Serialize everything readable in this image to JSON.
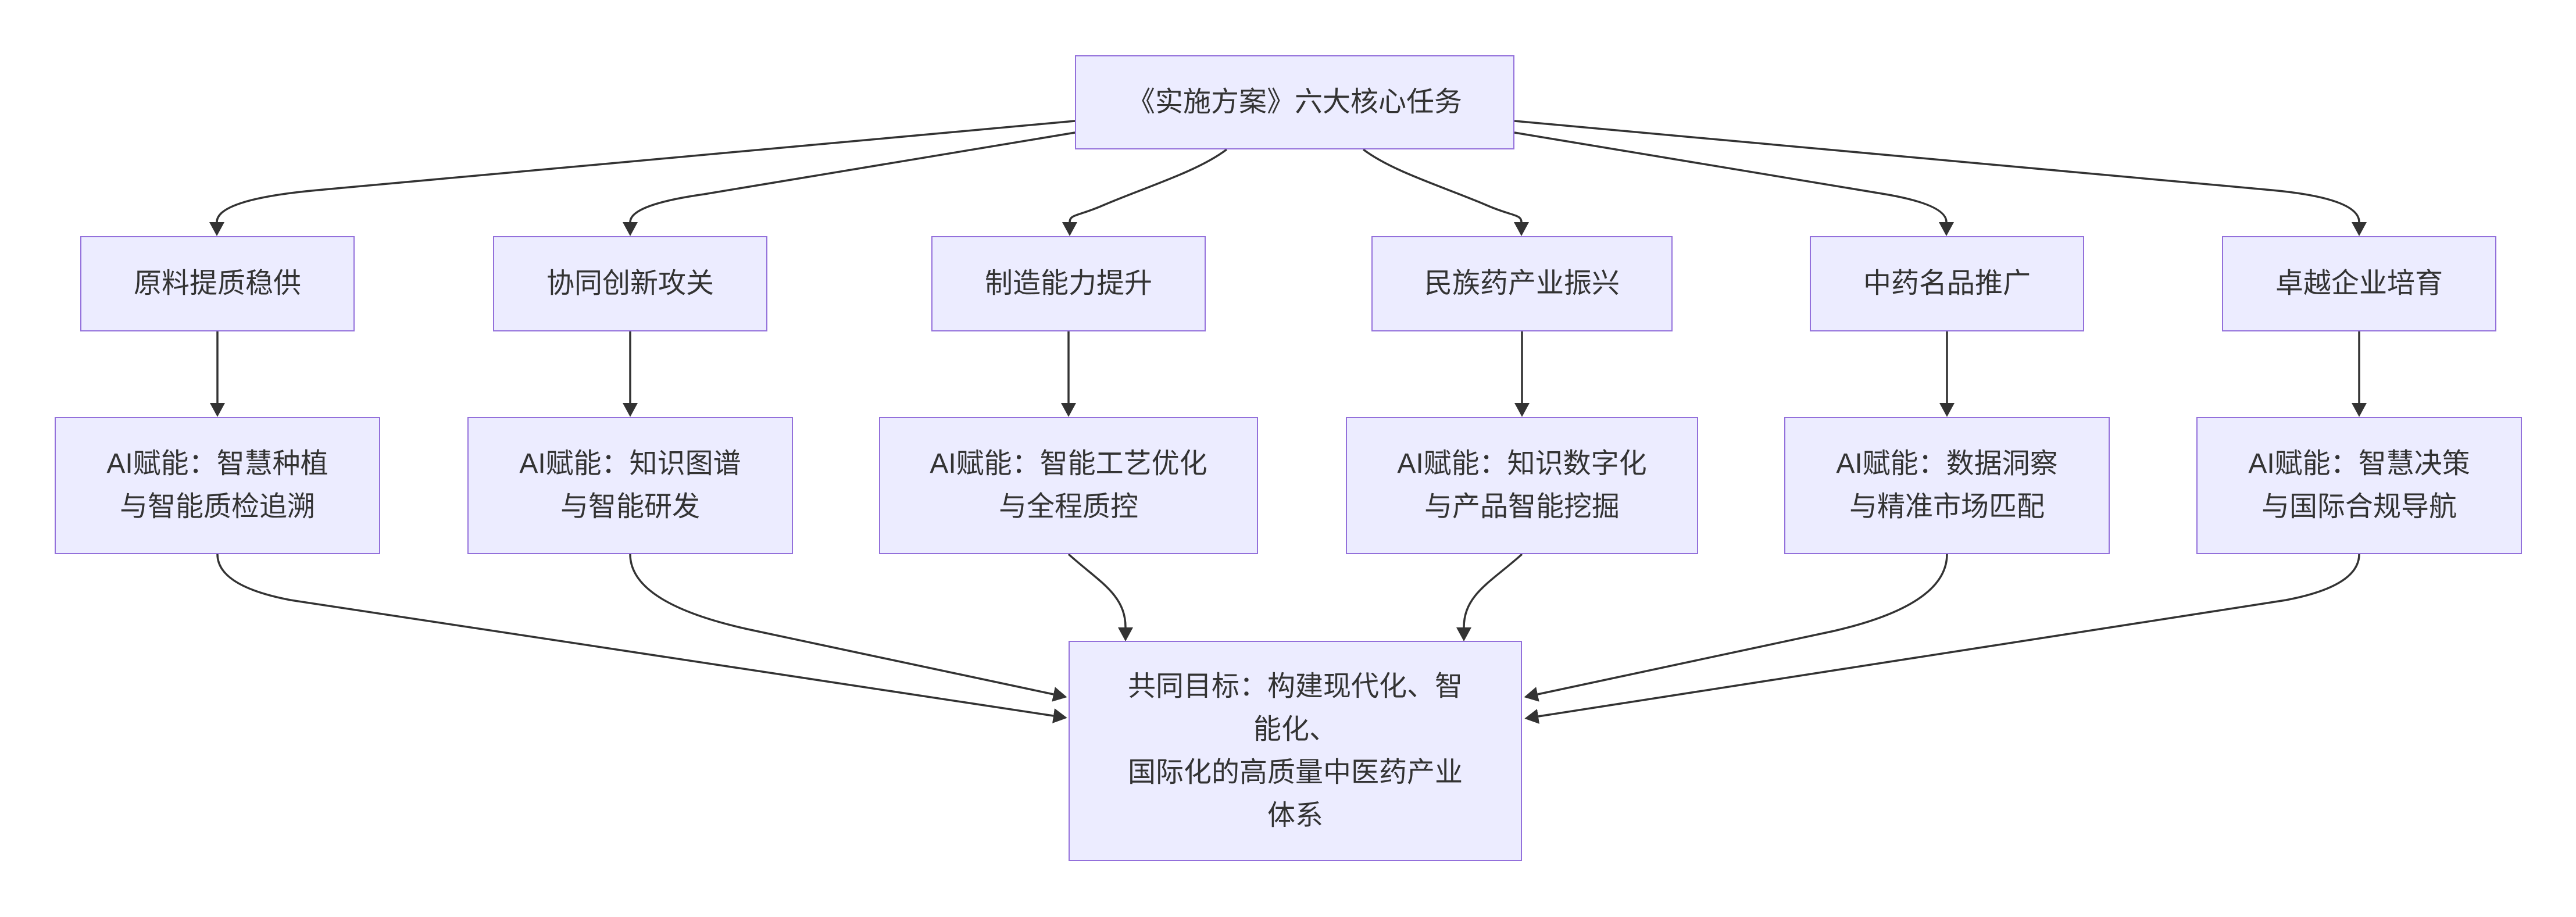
{
  "diagram": {
    "type": "flowchart",
    "direction": "top-down",
    "colors": {
      "node_fill": "#ECECFF",
      "node_border": "#9370DB",
      "edge_line": "#333333",
      "text": "#333333",
      "background": "#FFFFFF"
    },
    "nodes": {
      "root": {
        "lines": [
          "《实施方案》六大核心任务"
        ]
      },
      "task1": {
        "lines": [
          "原料提质稳供"
        ]
      },
      "task2": {
        "lines": [
          "协同创新攻关"
        ]
      },
      "task3": {
        "lines": [
          "制造能力提升"
        ]
      },
      "task4": {
        "lines": [
          "民族药产业振兴"
        ]
      },
      "task5": {
        "lines": [
          "中药名品推广"
        ]
      },
      "task6": {
        "lines": [
          "卓越企业培育"
        ]
      },
      "ai1": {
        "lines": [
          "AI赋能：智慧种植",
          "与智能质检追溯"
        ]
      },
      "ai2": {
        "lines": [
          "AI赋能：知识图谱",
          "与智能研发"
        ]
      },
      "ai3": {
        "lines": [
          "AI赋能：智能工艺优化",
          "与全程质控"
        ]
      },
      "ai4": {
        "lines": [
          "AI赋能：知识数字化",
          "与产品智能挖掘"
        ]
      },
      "ai5": {
        "lines": [
          "AI赋能：数据洞察",
          "与精准市场匹配"
        ]
      },
      "ai6": {
        "lines": [
          "AI赋能：智慧决策",
          "与国际合规导航"
        ]
      },
      "goal": {
        "lines": [
          "共同目标：构建现代化、智",
          "能化、",
          "国际化的高质量中医药产业",
          "体系"
        ]
      }
    },
    "edges": [
      {
        "from": "root",
        "to": "task1"
      },
      {
        "from": "root",
        "to": "task2"
      },
      {
        "from": "root",
        "to": "task3"
      },
      {
        "from": "root",
        "to": "task4"
      },
      {
        "from": "root",
        "to": "task5"
      },
      {
        "from": "root",
        "to": "task6"
      },
      {
        "from": "task1",
        "to": "ai1"
      },
      {
        "from": "task2",
        "to": "ai2"
      },
      {
        "from": "task3",
        "to": "ai3"
      },
      {
        "from": "task4",
        "to": "ai4"
      },
      {
        "from": "task5",
        "to": "ai5"
      },
      {
        "from": "task6",
        "to": "ai6"
      },
      {
        "from": "ai1",
        "to": "goal"
      },
      {
        "from": "ai2",
        "to": "goal"
      },
      {
        "from": "ai3",
        "to": "goal"
      },
      {
        "from": "ai4",
        "to": "goal"
      },
      {
        "from": "ai5",
        "to": "goal"
      },
      {
        "from": "ai6",
        "to": "goal"
      }
    ]
  }
}
